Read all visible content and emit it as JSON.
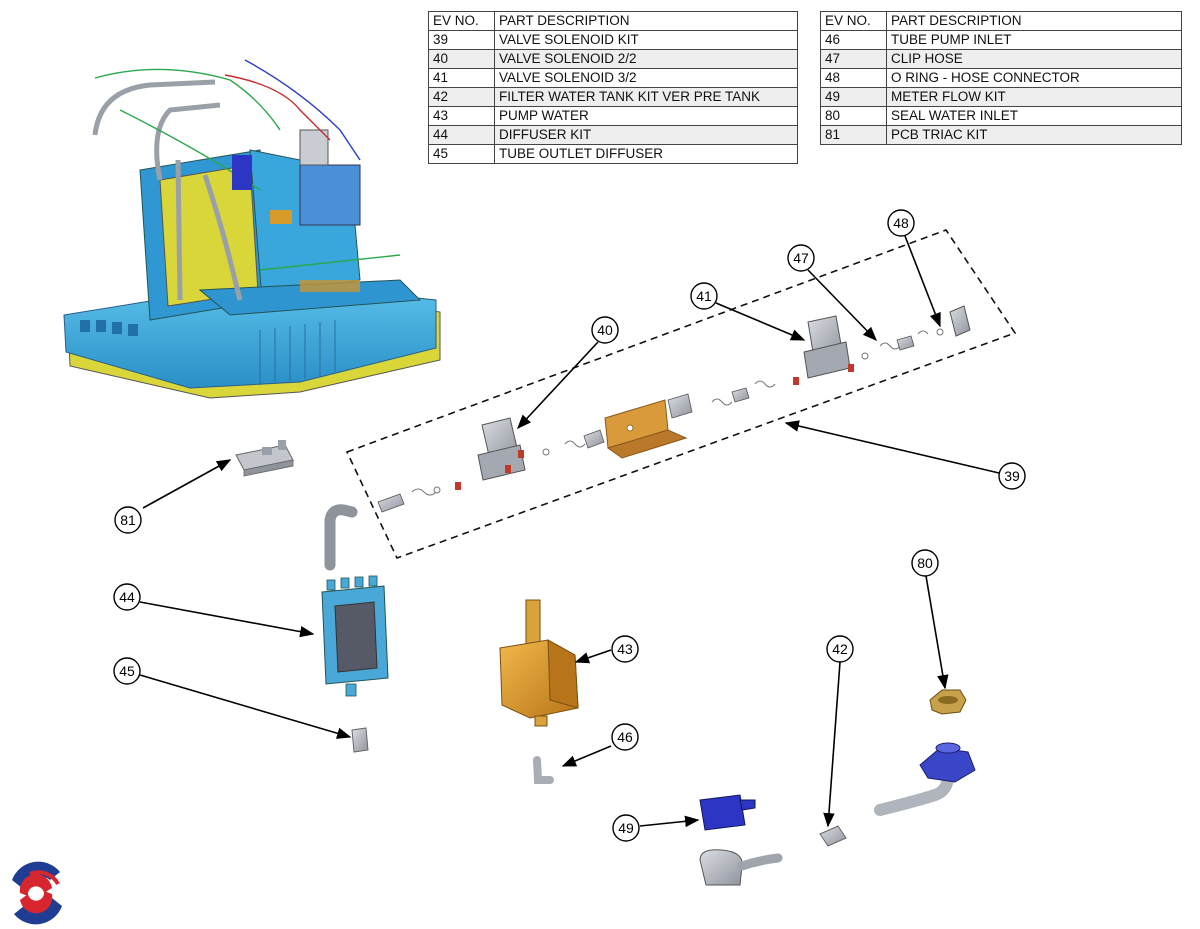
{
  "parts_table_left": {
    "headers": [
      "EV NO.",
      "PART DESCRIPTION"
    ],
    "rows": [
      [
        "39",
        "VALVE SOLENOID KIT"
      ],
      [
        "40",
        "VALVE SOLENOID 2/2"
      ],
      [
        "41",
        "VALVE SOLENOID 3/2"
      ],
      [
        "42",
        "FILTER WATER TANK KIT VER PRE TANK"
      ],
      [
        "43",
        "PUMP WATER"
      ],
      [
        "44",
        "DIFFUSER KIT"
      ],
      [
        "45",
        "TUBE OUTLET DIFFUSER"
      ]
    ]
  },
  "parts_table_right": {
    "headers": [
      "EV NO.",
      "PART DESCRIPTION"
    ],
    "rows": [
      [
        "46",
        "TUBE PUMP INLET"
      ],
      [
        "47",
        "CLIP HOSE"
      ],
      [
        "48",
        "O RING - HOSE CONNECTOR"
      ],
      [
        "49",
        "METER FLOW KIT"
      ],
      [
        "80",
        "SEAL WATER INLET"
      ],
      [
        "81",
        "PCB TRIAC KIT"
      ]
    ]
  },
  "callouts": {
    "c39": "39",
    "c40": "40",
    "c41": "41",
    "c42": "42",
    "c43": "43",
    "c44": "44",
    "c45": "45",
    "c46": "46",
    "c47": "47",
    "c48": "48",
    "c49": "49",
    "c80": "80",
    "c81": "81"
  },
  "colors": {
    "machine_blue": "#3aa7dc",
    "frame_yellow": "#d9d63a",
    "pump_orange": "#d89a2a",
    "flow_meter_blue": "#2d35c4",
    "part_gray": "#b9bcc4",
    "bracket_orange": "#c9882a",
    "logo_red": "#d8262e",
    "logo_blue": "#1f3e93"
  },
  "icons": {
    "logo": "brand-swirl-logo"
  }
}
